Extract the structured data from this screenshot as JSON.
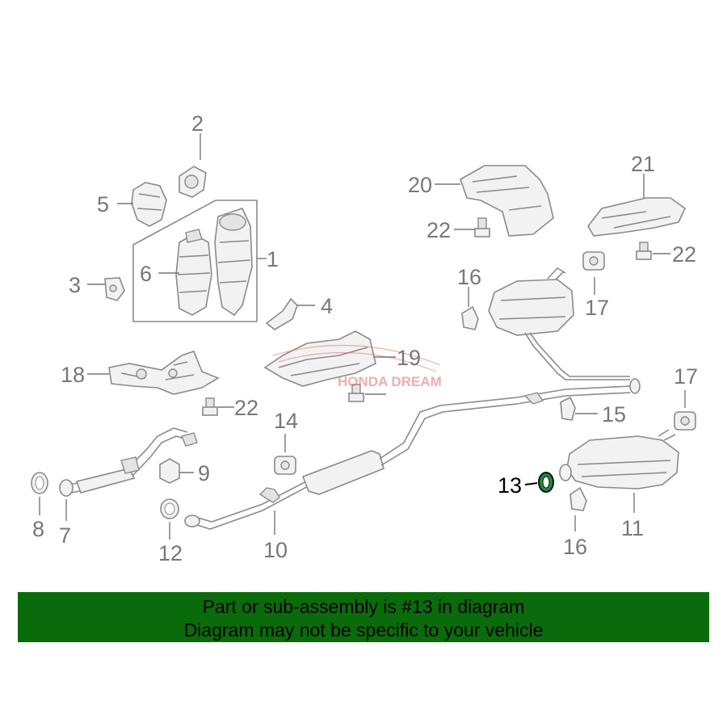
{
  "callouts": {
    "c1": "1",
    "c2": "2",
    "c3": "3",
    "c4": "4",
    "c5": "5",
    "c6": "6",
    "c7": "7",
    "c8": "8",
    "c9": "9",
    "c10": "10",
    "c11": "11",
    "c12": "12",
    "c13": "13",
    "c14": "14",
    "c15": "15",
    "c16a": "16",
    "c16b": "16",
    "c17a": "17",
    "c17b": "17",
    "c18": "18",
    "c19": "19",
    "c20": "20",
    "c21": "21",
    "c22a": "22",
    "c22b": "22",
    "c22c": "22"
  },
  "highlighted_part": "13",
  "watermark": "HONDA DREAM",
  "banner": {
    "line1": "Part or sub-assembly is #13 in diagram",
    "line2": "Diagram may not be specific to your vehicle"
  },
  "colors": {
    "banner_bg": "#0a6b0a",
    "callout": "#777777",
    "highlight": "#000000",
    "highlight_part_fill": "#1f8a3a",
    "watermark": "#e36b6b"
  }
}
